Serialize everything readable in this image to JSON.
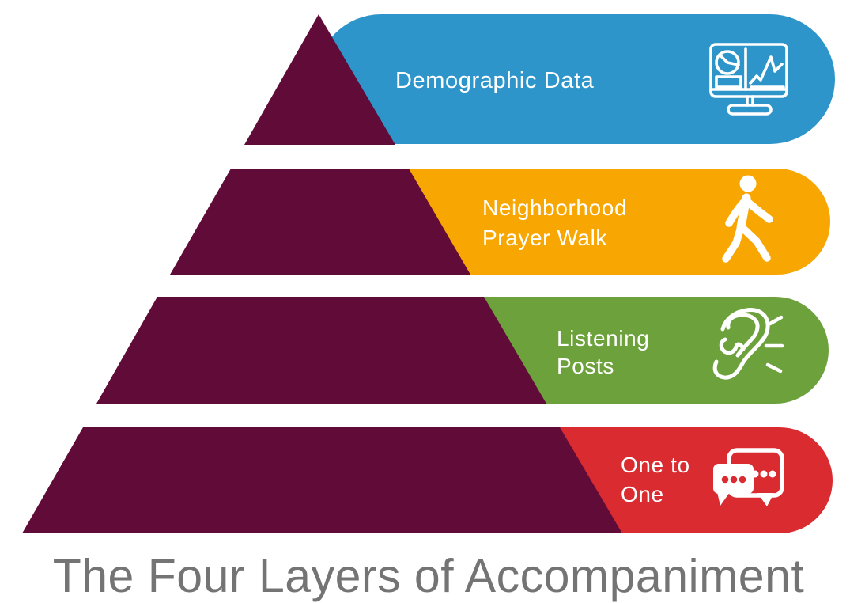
{
  "title": "The Four Layers of Accompaniment",
  "colors": {
    "background": "#FFFFFF",
    "pyramid": "#600B38",
    "title_text": "#747474",
    "label_text": "#FFFFFF"
  },
  "layers": [
    {
      "id": "demographic-data",
      "label_lines": [
        "Demographic Data"
      ],
      "color": "#2E95CB",
      "icon": "monitor-analytics-icon"
    },
    {
      "id": "neighborhood-prayer-walk",
      "label_lines": [
        "Neighborhood",
        "Prayer Walk"
      ],
      "color": "#F8A602",
      "icon": "walking-person-icon"
    },
    {
      "id": "listening-posts",
      "label_lines": [
        "Listening",
        "Posts"
      ],
      "color": "#6CA13C",
      "icon": "ear-listening-icon"
    },
    {
      "id": "one-to-one",
      "label_lines": [
        "One to",
        "One"
      ],
      "color": "#D92B30",
      "icon": "chat-bubbles-icon"
    }
  ]
}
